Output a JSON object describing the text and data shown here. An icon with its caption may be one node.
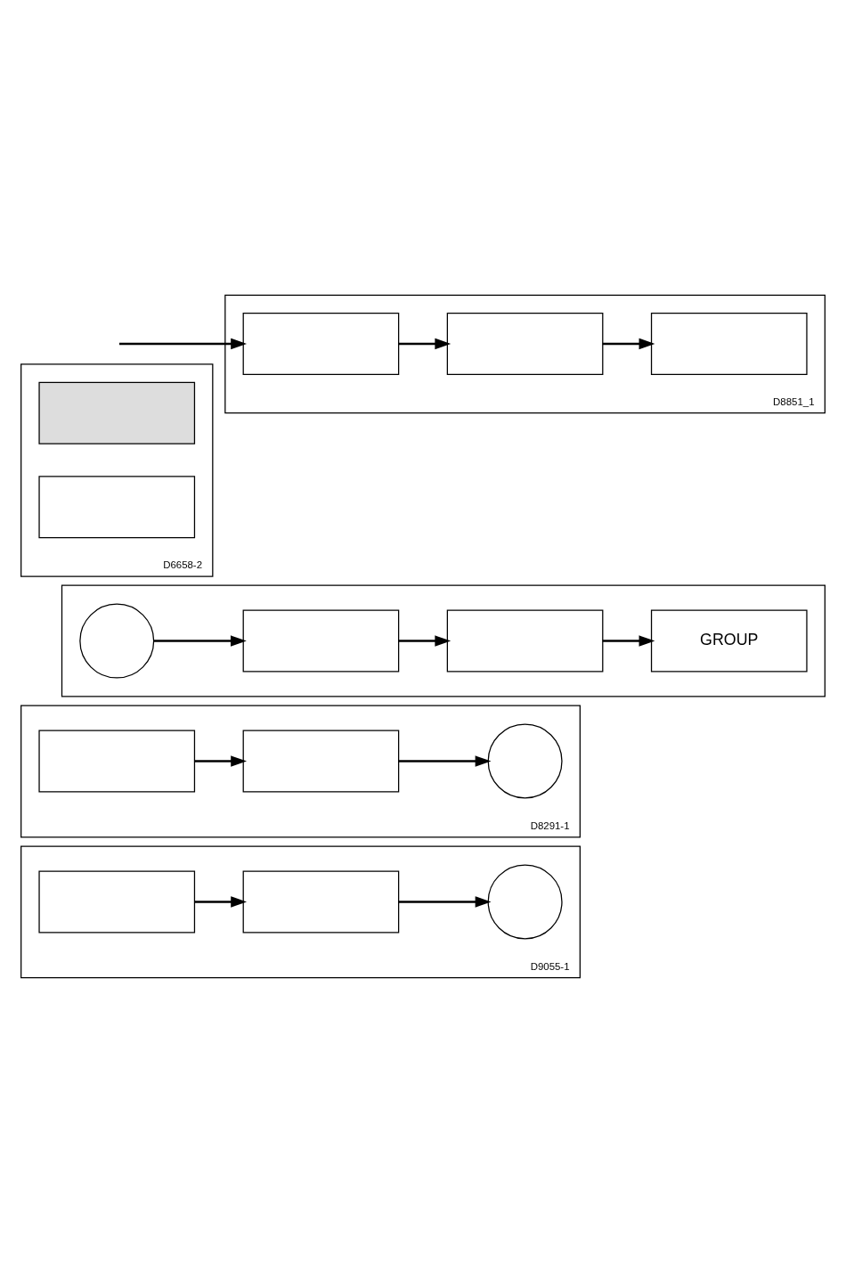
{
  "diagram": {
    "nodes": [
      {
        "text": [
          "D8851_1"
        ]
      },
      {
        "text": [],
        "shape": "box",
        "in": 0
      },
      {
        "text": [],
        "shape": "box",
        "in": 0
      },
      {
        "text": [],
        "shape": "box",
        "in": 0
      },
      {
        "text": [
          "D6658-2"
        ]
      },
      {
        "text": [],
        "shape": "box",
        "in": 4
      },
      {
        "text": [],
        "shape": "box",
        "in": 4
      },
      {
        "text": [],
        "shape": "box"
      },
      {
        "text": [],
        "shape": "circle",
        "in": 7
      },
      {
        "text": [],
        "shape": "box",
        "in": 7
      },
      {
        "text": [],
        "shape": "box",
        "in": 7
      },
      {
        "text": [
          "GROUP"
        ],
        "in": 7
      },
      {
        "text": [
          "D8291-1"
        ]
      },
      {
        "text": [],
        "shape": "box",
        "in": 12
      },
      {
        "text": [],
        "shape": "box",
        "in": 12
      },
      {
        "text": [],
        "shape": "circle",
        "in": 12
      },
      {
        "text": [
          "D9055-1"
        ]
      },
      {
        "text": [],
        "shape": "box",
        "in": 16
      },
      {
        "text": [],
        "shape": "box",
        "in": 16
      },
      {
        "text": [],
        "shape": "circle",
        "in": 16
      }
    ],
    "edges": [
      {
        "from": null,
        "to": 1,
        "arrow": "to"
      },
      {
        "from": 1,
        "to": 2,
        "arrow": "to"
      },
      {
        "from": 2,
        "to": 3,
        "arrow": "to"
      },
      {
        "from": 8,
        "to": 9,
        "arrow": "to"
      },
      {
        "from": 9,
        "to": 10,
        "arrow": "to"
      },
      {
        "from": 10,
        "to": 11,
        "arrow": "to"
      },
      {
        "from": 13,
        "to": 14,
        "arrow": "to"
      },
      {
        "from": 14,
        "to": 15,
        "arrow": "to"
      },
      {
        "from": 17,
        "to": 18,
        "arrow": "to"
      },
      {
        "from": 18,
        "to": 19,
        "arrow": "to"
      }
    ]
  }
}
